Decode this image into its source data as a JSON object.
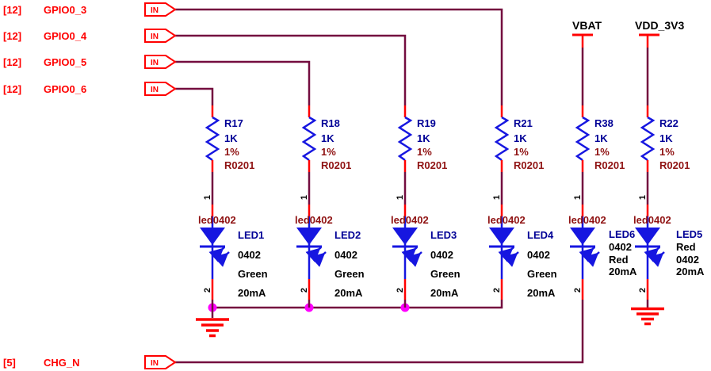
{
  "schematic": {
    "ports": [
      {
        "sheet_ref": "[12]",
        "net": "GPIO0_3",
        "direction": "IN"
      },
      {
        "sheet_ref": "[12]",
        "net": "GPIO0_4",
        "direction": "IN"
      },
      {
        "sheet_ref": "[12]",
        "net": "GPIO0_5",
        "direction": "IN"
      },
      {
        "sheet_ref": "[12]",
        "net": "GPIO0_6",
        "direction": "IN"
      },
      {
        "sheet_ref": "[5]",
        "net": "CHG_N",
        "direction": "IN"
      }
    ],
    "power_rails": [
      {
        "net": "VBAT"
      },
      {
        "net": "VDD_3V3"
      }
    ],
    "branches": [
      {
        "resistor": {
          "designator": "R17",
          "value": "1K",
          "tolerance": "1%",
          "footprint": "R0201"
        },
        "led": {
          "lib": "led0402",
          "designator": "LED1",
          "props": [
            "0402",
            "Green",
            "20mA"
          ]
        },
        "pins": {
          "anode": "1",
          "cathode": "2"
        }
      },
      {
        "resistor": {
          "designator": "R18",
          "value": "1K",
          "tolerance": "1%",
          "footprint": "R0201"
        },
        "led": {
          "lib": "led0402",
          "designator": "LED2",
          "props": [
            "0402",
            "Green",
            "20mA"
          ]
        },
        "pins": {
          "anode": "1",
          "cathode": "2"
        }
      },
      {
        "resistor": {
          "designator": "R19",
          "value": "1K",
          "tolerance": "1%",
          "footprint": "R0201"
        },
        "led": {
          "lib": "led0402",
          "designator": "LED3",
          "props": [
            "0402",
            "Green",
            "20mA"
          ]
        },
        "pins": {
          "anode": "1",
          "cathode": "2"
        }
      },
      {
        "resistor": {
          "designator": "R21",
          "value": "1K",
          "tolerance": "1%",
          "footprint": "R0201"
        },
        "led": {
          "lib": "led0402",
          "designator": "LED4",
          "props": [
            "0402",
            "Green",
            "20mA"
          ]
        },
        "pins": {
          "anode": "1",
          "cathode": "2"
        }
      },
      {
        "resistor": {
          "designator": "R38",
          "value": "1K",
          "tolerance": "1%",
          "footprint": "R0201"
        },
        "led": {
          "lib": "led0402",
          "designator": "LED6",
          "props": [
            "0402",
            "Red",
            "20mA"
          ]
        },
        "pins": {
          "anode": "1",
          "cathode": "2"
        }
      },
      {
        "resistor": {
          "designator": "R22",
          "value": "1K",
          "tolerance": "1%",
          "footprint": "R0201"
        },
        "led": {
          "lib": "led0402",
          "designator": "LED5",
          "props": [
            "Red",
            "0402",
            "20mA"
          ]
        },
        "pins": {
          "anode": "1",
          "cathode": "2"
        }
      }
    ],
    "colors": {
      "wire": "#740D3F",
      "pin": "#FF0000",
      "symbol": "#1616E0",
      "designator_text": "#000096",
      "comment_text": "#8F1212",
      "net_label_text": "#FF0000",
      "plain_text": "#000000",
      "junction": "#FF00FF",
      "background": "#FFFFFF"
    }
  }
}
